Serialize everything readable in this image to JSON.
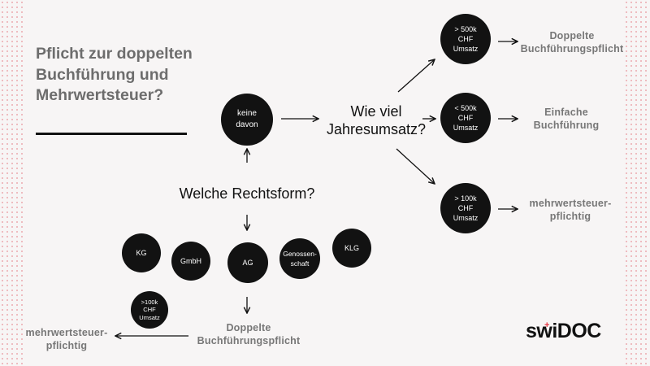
{
  "title": "Pflicht zur doppelten Buchführung und Mehrwertsteuer?",
  "question_legal_form": "Welche Rechtsform?",
  "question_revenue": "Wie viel\nJahresumsatz?",
  "none_circle": "keine\ndavon",
  "legal_forms": [
    "KG",
    "GmbH",
    "AG",
    "Genossen-\nschaft",
    "KLG"
  ],
  "revenue_tiers": [
    {
      "circle": "> 500k\nCHF\nUmsatz",
      "outcome": "Doppelte\nBuchführungspflicht"
    },
    {
      "circle": "< 500k\nCHF\nUmsatz",
      "outcome": "Einfache\nBuchführung"
    },
    {
      "circle": "> 100k\nCHF\nUmsatz",
      "outcome": "mehrwertsteuer-\npflichtig"
    }
  ],
  "company_outcome": "Doppelte\nBuchführungspflicht",
  "vat_circle": ">100k\nCHF\nUmsatz",
  "vat_outcome": "mehrwertsteuer-\npflichtig",
  "logo": {
    "text": "swiDOC",
    "accent": "+",
    "accent_color": "#e53945"
  }
}
